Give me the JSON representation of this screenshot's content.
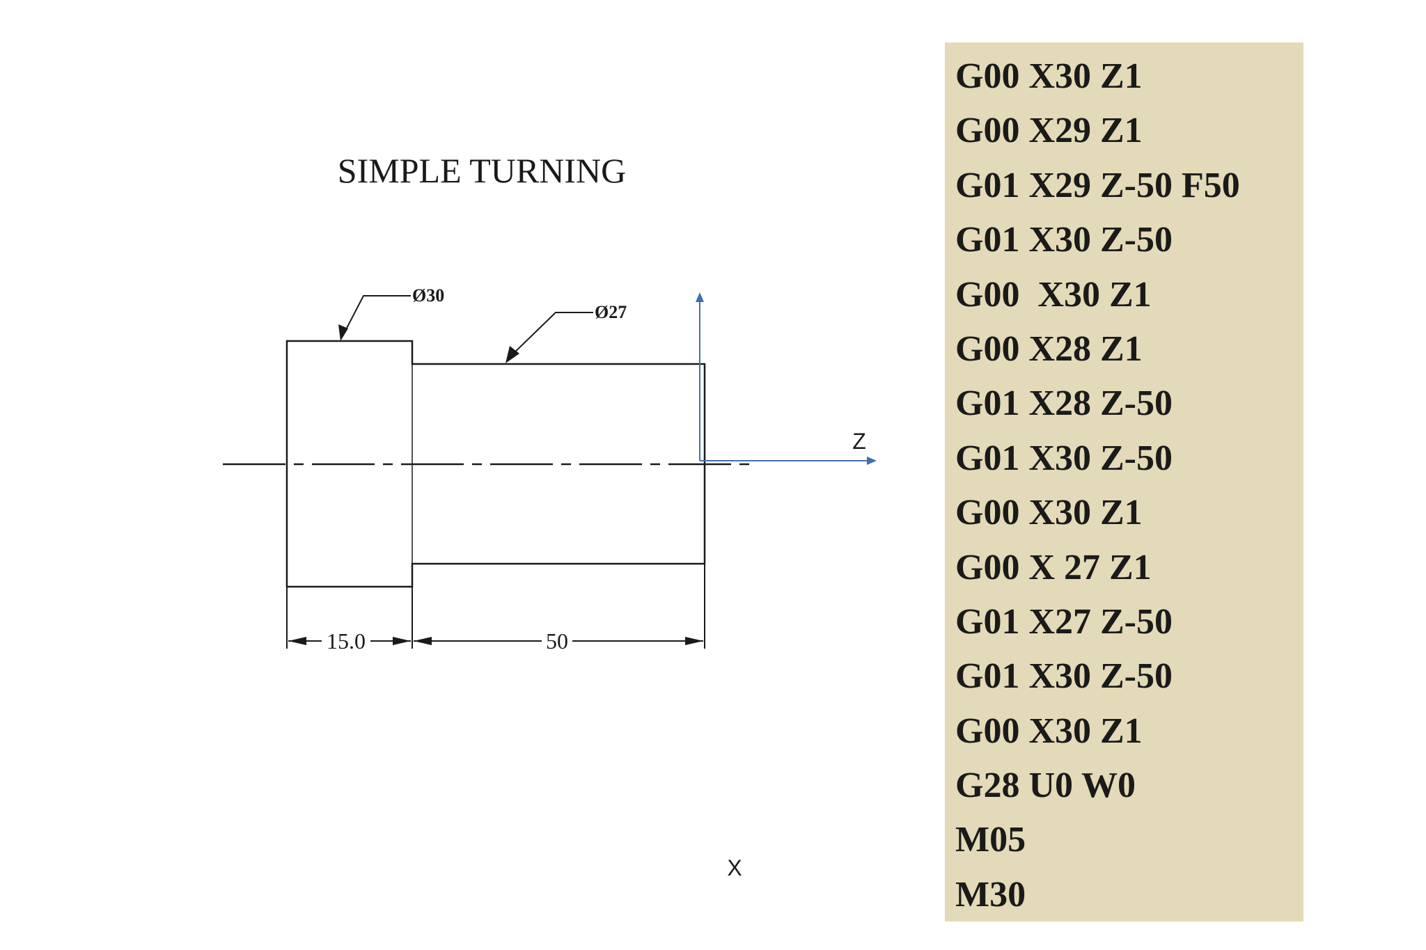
{
  "drawing": {
    "title": "SIMPLE TURNING",
    "dim_left": "15.0",
    "dim_right": "50",
    "callout_large": "Ø30",
    "callout_small": "Ø27",
    "axis_z": "Z",
    "axis_x": "X",
    "colors": {
      "line": "#1a1a1a",
      "axis": "#3f6fb0"
    }
  },
  "gcode": {
    "panel_color": "#e2dab8",
    "lines": [
      "G00 X30 Z1",
      "G00 X29 Z1",
      "G01 X29 Z-50 F50",
      "G01 X30 Z-50",
      "G00  X30 Z1",
      "G00 X28 Z1",
      "G01 X28 Z-50",
      "G01 X30 Z-50",
      "G00 X30 Z1",
      "G00 X 27 Z1",
      "G01 X27 Z-50",
      "G01 X30 Z-50",
      "G00 X30 Z1",
      "G28 U0 W0",
      "M05",
      "M30"
    ]
  }
}
